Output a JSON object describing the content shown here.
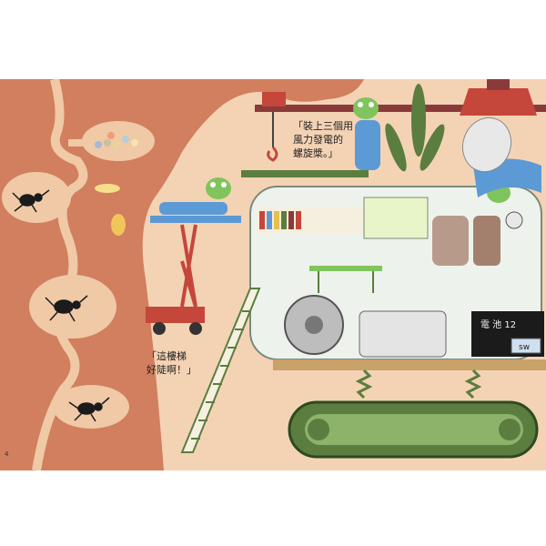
{
  "speech_bubbles": {
    "generator": "「裝上三個用\n風力發電的\n螺旋槳。」",
    "stairs": "「這樓梯\n好陡啊！」"
  },
  "machine_labels": {
    "battery": "電 池 12",
    "sw": "sw"
  },
  "page_number": "4",
  "colors": {
    "soil": "#d17f5e",
    "tunnel": "#f0c9a6",
    "background": "#f4d3b5",
    "house_body": "#eef2ec",
    "tread": "#5b7d3f",
    "frog": "#7fc45c",
    "overall_blue": "#5c9ad6",
    "red_accent": "#c5463a"
  }
}
